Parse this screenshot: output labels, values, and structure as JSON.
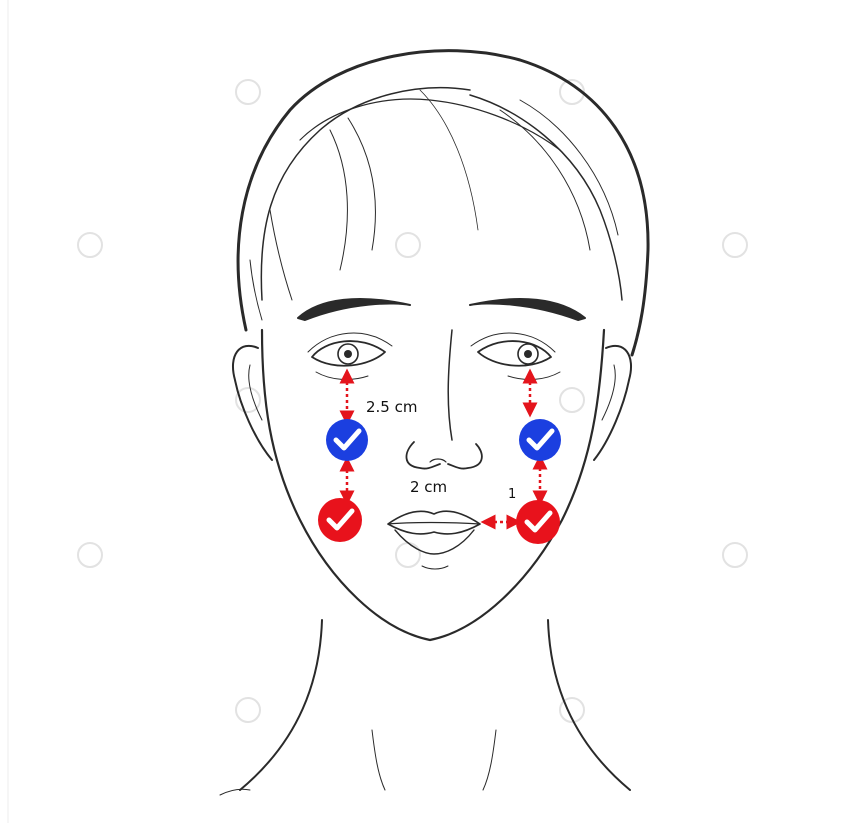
{
  "labels": {
    "upper_distance": "2.5 cm",
    "middle_distance": "2 cm",
    "lip_distance": "1"
  },
  "colors": {
    "line_art": "#2a2a2a",
    "arrow": "#e4141c",
    "blue_marker": "#1b3fe0",
    "red_marker": "#e8121c",
    "check": "#ffffff",
    "background": "#ffffff",
    "watermark": "#d6d6d6"
  },
  "markers": [
    {
      "name": "left-upper-marker",
      "color": "blue"
    },
    {
      "name": "right-upper-marker",
      "color": "blue"
    },
    {
      "name": "left-lower-marker",
      "color": "red"
    },
    {
      "name": "right-lower-marker",
      "color": "red"
    }
  ]
}
